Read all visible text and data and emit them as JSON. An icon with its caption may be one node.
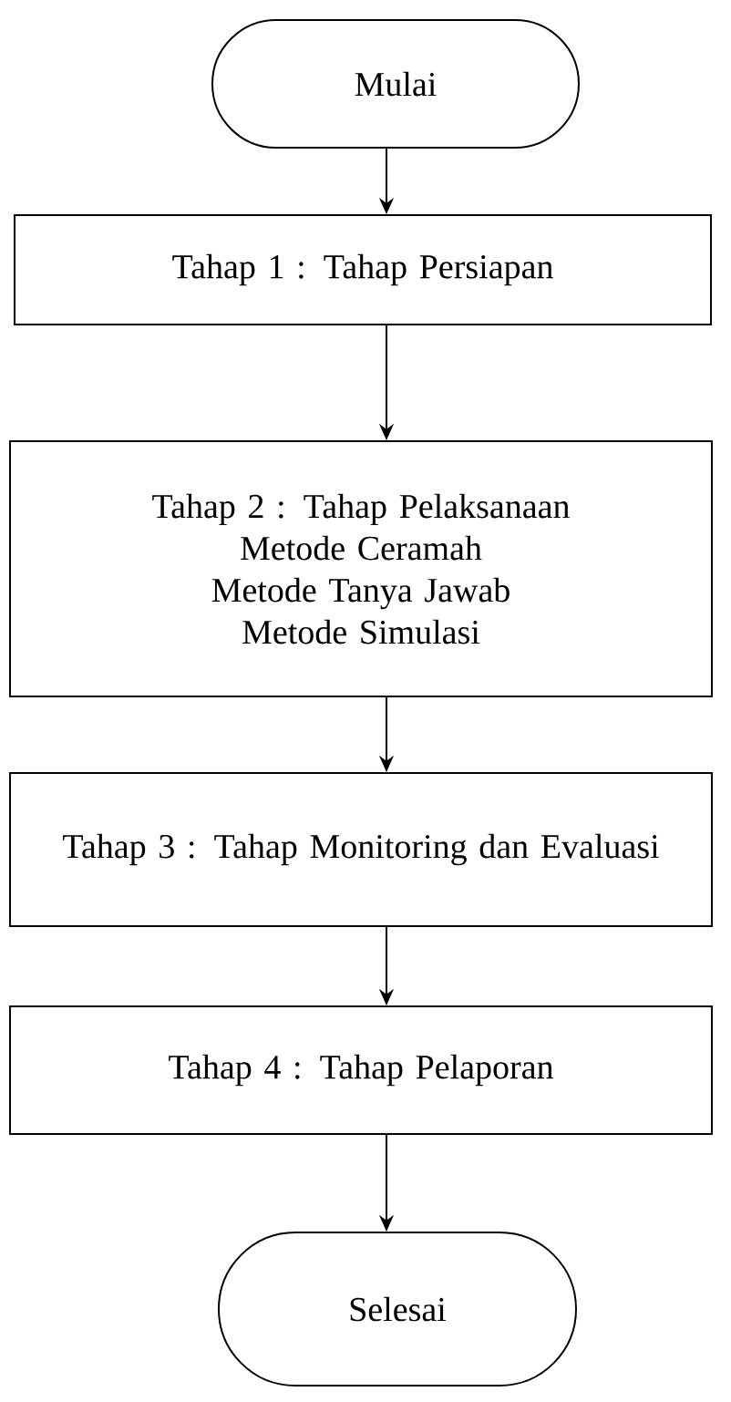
{
  "diagram": {
    "nodes": [
      {
        "text": [
          "Mulai"
        ]
      },
      {
        "text": [
          "Tahap 1 : Tahap Persiapan"
        ]
      },
      {
        "text": [
          "Tahap 2 : Tahap Pelaksanaan",
          "Metode Ceramah",
          "Metode Tanya Jawab",
          "Metode Simulasi"
        ]
      },
      {
        "text": [
          "Tahap 3 : Tahap Monitoring dan Evaluasi"
        ]
      },
      {
        "text": [
          "Tahap 4 : Tahap Pelaporan"
        ]
      },
      {
        "text": [
          "Selesai"
        ]
      }
    ],
    "edges": [
      {
        "from": 0,
        "to": 1,
        "arrow": "to"
      },
      {
        "from": 1,
        "to": 2,
        "arrow": "to"
      },
      {
        "from": 2,
        "to": 3,
        "arrow": "to"
      },
      {
        "from": 3,
        "to": 4,
        "arrow": "to"
      },
      {
        "from": 4,
        "to": 5,
        "arrow": "to"
      }
    ]
  }
}
